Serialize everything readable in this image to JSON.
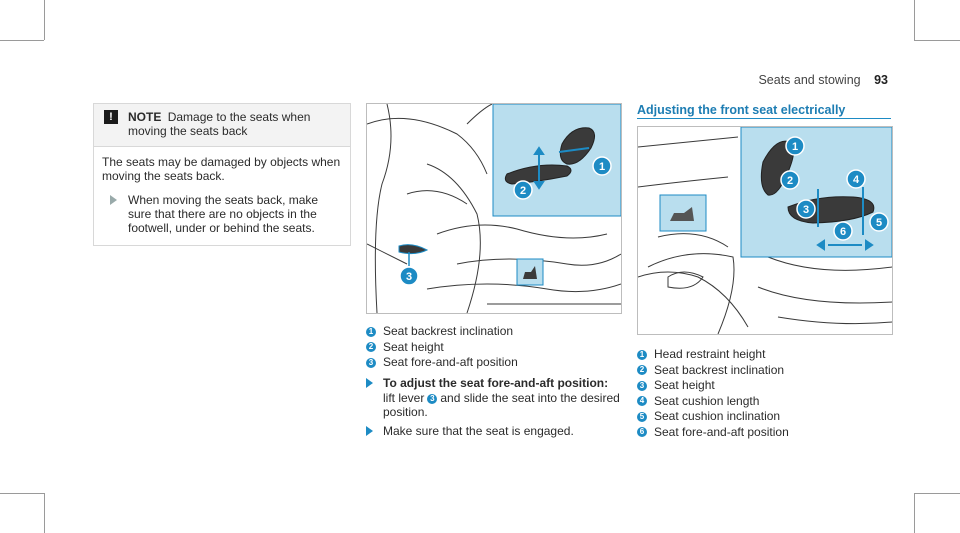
{
  "header": {
    "section": "Seats and stowing",
    "page": "93"
  },
  "note": {
    "label": "NOTE",
    "title": "Damage to the seats when moving the seats back",
    "body": "The seats may be damaged by objects when moving the seats back.",
    "instruction": "When moving the seats back, make sure that there are no objects in the footwell, under or behind the seats."
  },
  "figure1": {
    "callouts": [
      "1",
      "2",
      "3"
    ],
    "legend": [
      {
        "n": "1",
        "text": "Seat backrest inclination"
      },
      {
        "n": "2",
        "text": "Seat height"
      },
      {
        "n": "3",
        "text": "Seat fore-and-aft position"
      }
    ]
  },
  "instructions": {
    "step1_bold": "To adjust the seat fore-and-aft position:",
    "step1_pre": "lift lever",
    "step1_ref": "3",
    "step1_post": "and slide the seat into the desired position.",
    "step2": "Make sure that the seat is engaged."
  },
  "section2": {
    "title": "Adjusting the front seat electrically",
    "callouts": [
      "1",
      "2",
      "3",
      "4",
      "5",
      "6"
    ],
    "legend": [
      {
        "n": "1",
        "text": "Head restraint height"
      },
      {
        "n": "2",
        "text": "Seat backrest inclination"
      },
      {
        "n": "3",
        "text": "Seat height"
      },
      {
        "n": "4",
        "text": "Seat cushion length"
      },
      {
        "n": "5",
        "text": "Seat cushion inclination"
      },
      {
        "n": "6",
        "text": "Seat fore-and-aft position"
      }
    ]
  },
  "colors": {
    "accent": "#1d8bc4",
    "highlight": "#b9deee",
    "line": "#3a3a3a"
  }
}
